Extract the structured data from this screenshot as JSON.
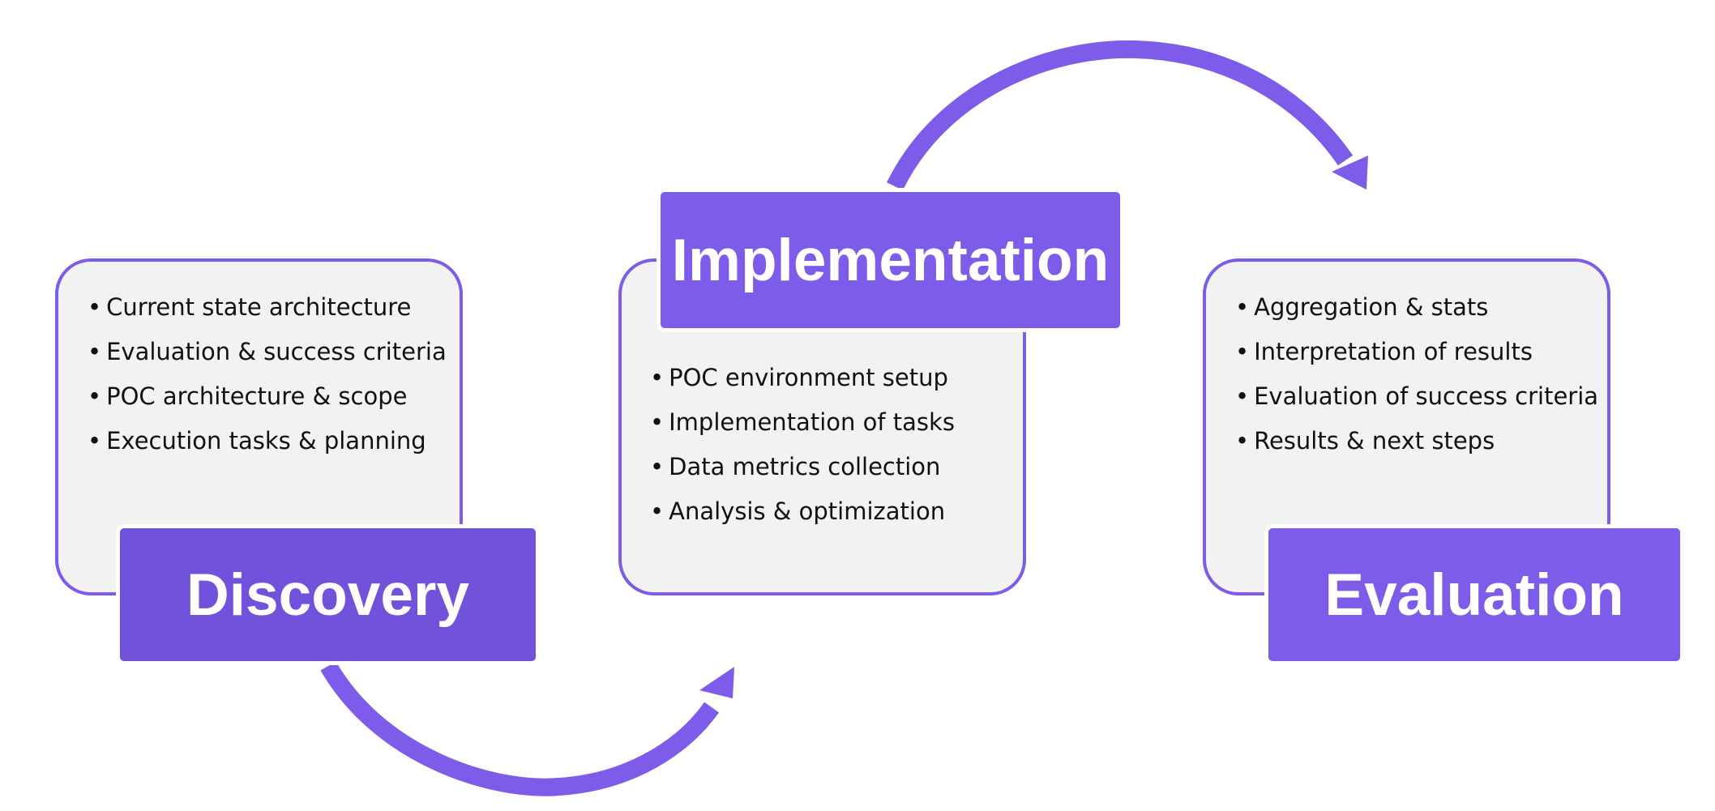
{
  "colors": {
    "accent": "#7c5ce8",
    "accent_dark": "#7152db",
    "card_fill": "#f2f2f2",
    "text": "#111111",
    "label_text": "#ffffff"
  },
  "phases": {
    "discovery": {
      "title": "Discovery",
      "items": [
        "Current state architecture",
        "Evaluation & success criteria",
        "POC architecture & scope",
        "Execution tasks & planning"
      ]
    },
    "implementation": {
      "title": "Implementation",
      "items": [
        "POC environment setup",
        "Implementation of tasks",
        "Data metrics collection",
        "Analysis & optimization"
      ]
    },
    "evaluation": {
      "title": "Evaluation",
      "items": [
        "Aggregation & stats",
        "Interpretation of results",
        "Evaluation of success criteria",
        "Results & next steps"
      ]
    }
  },
  "connectors": [
    {
      "from": "discovery",
      "to": "implementation"
    },
    {
      "from": "implementation",
      "to": "evaluation"
    }
  ]
}
